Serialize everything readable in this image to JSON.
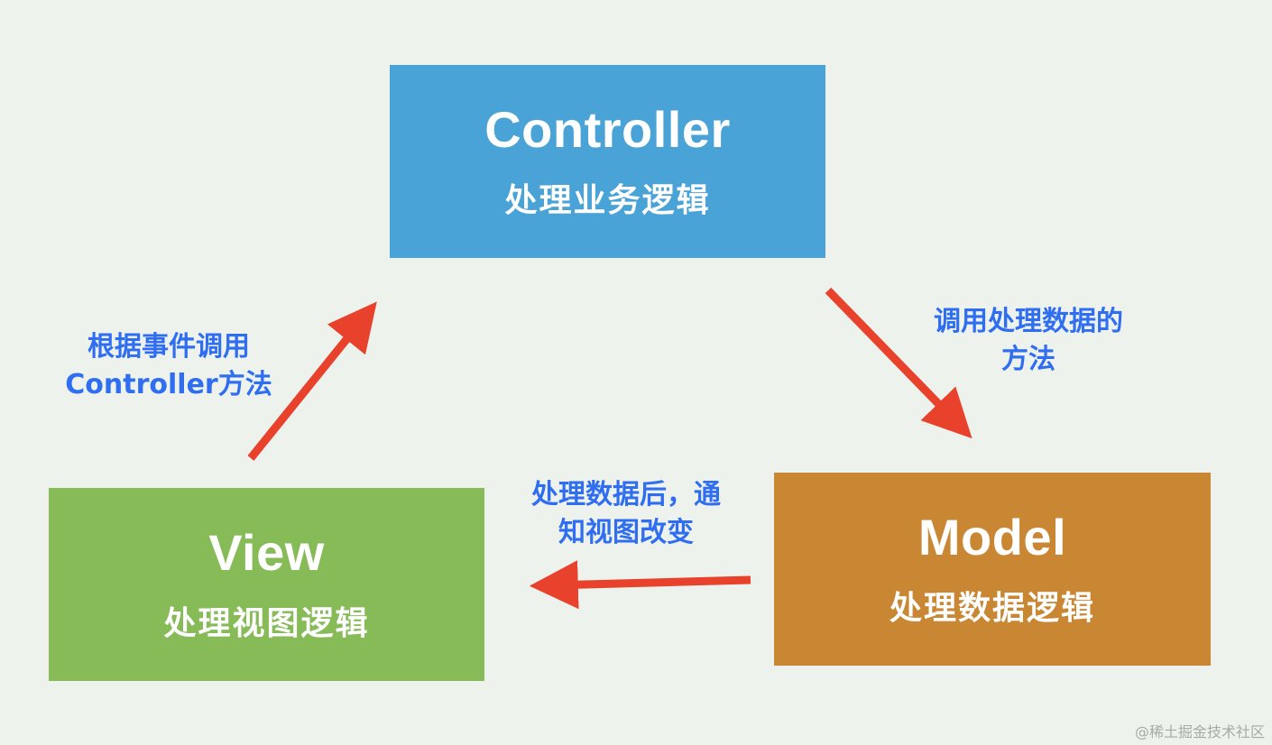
{
  "controller": {
    "title": "Controller",
    "subtitle": "处理业务逻辑",
    "color": "#4aa3d6"
  },
  "view": {
    "title": "View",
    "subtitle": "处理视图逻辑",
    "color": "#86bb58"
  },
  "model": {
    "title": "Model",
    "subtitle": "处理数据逻辑",
    "color": "#c98734"
  },
  "labels": {
    "view_to_controller": {
      "line1": "根据事件调用",
      "line2": "Controller方法"
    },
    "controller_to_model": {
      "line1": "调用处理数据的",
      "line2": "方法"
    },
    "model_to_view": {
      "line1": "处理数据后，通",
      "line2": "知视图改变"
    }
  },
  "arrow_color": "#e8412c",
  "label_color": "#2f6ef0",
  "watermark": "@稀土掘金技术社区"
}
